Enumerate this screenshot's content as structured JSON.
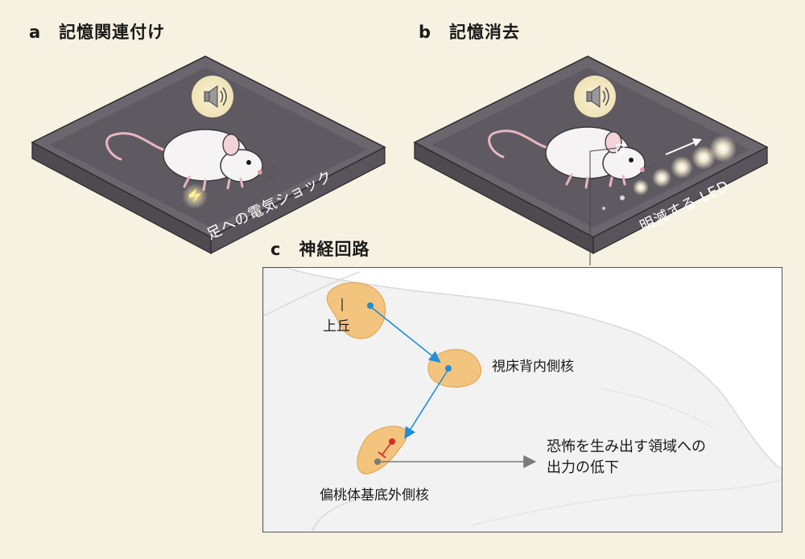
{
  "panels": {
    "a": {
      "letter": "a",
      "title": "記憶関連付け",
      "stimulus_label": "足への電気ショック"
    },
    "b": {
      "letter": "b",
      "title": "記憶消去",
      "stimulus_label": "明滅する LED"
    },
    "c": {
      "letter": "c",
      "title": "神経回路"
    }
  },
  "regions": {
    "superior_colliculus": "上丘",
    "lateral_posterior_thalamus": "視床背内側核",
    "basolateral_amygdala": "偏桃体基底外側核"
  },
  "output_label": {
    "line1": "恐怖を生み出す領域への",
    "line2": "出力の低下"
  },
  "icons": [
    "speaker-icon",
    "lightning-icon",
    "mouse-illustration",
    "led-light-icon"
  ],
  "colors": {
    "background": "#f7f1e2",
    "arena": "#5f5a61",
    "region_fill": "#f3c47e",
    "pathway_arrow": "#1f8fd6",
    "inhibition": "#d82b2b",
    "output_arrow": "#7a7a7a"
  }
}
